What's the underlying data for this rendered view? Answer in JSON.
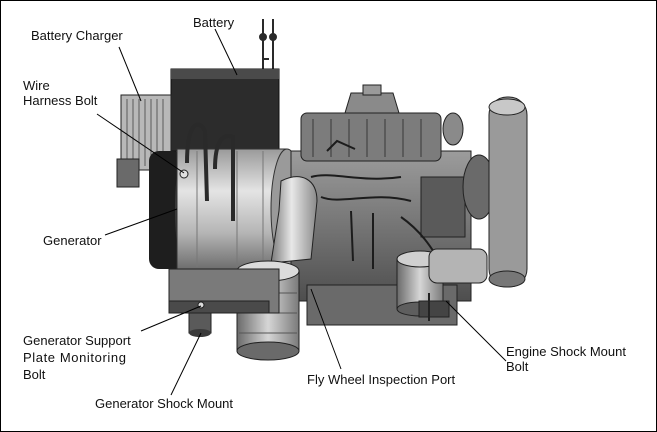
{
  "labels": {
    "battery_charger": "Battery Charger",
    "battery": "Battery",
    "wire_harness_line1": "Wire",
    "wire_harness_line2": "Harness Bolt",
    "generator": "Generator",
    "gen_support_line1": "Generator Support",
    "gen_support_line2": "Plate Monitoring",
    "gen_support_line3": "Bolt",
    "generator_shock_mount": "Generator Shock Mount",
    "fly_wheel_port": "Fly Wheel Inspection Port",
    "engine_shock_line1": "Engine Shock Mount",
    "engine_shock_line2": "Bolt"
  },
  "colors": {
    "outline": "#1a1a1a",
    "dark_metal": "#3a3a3a",
    "mid_metal": "#8c8c8c",
    "light_metal": "#c8c8c8",
    "highlight": "#e6e6e6",
    "leader": "#000000"
  }
}
